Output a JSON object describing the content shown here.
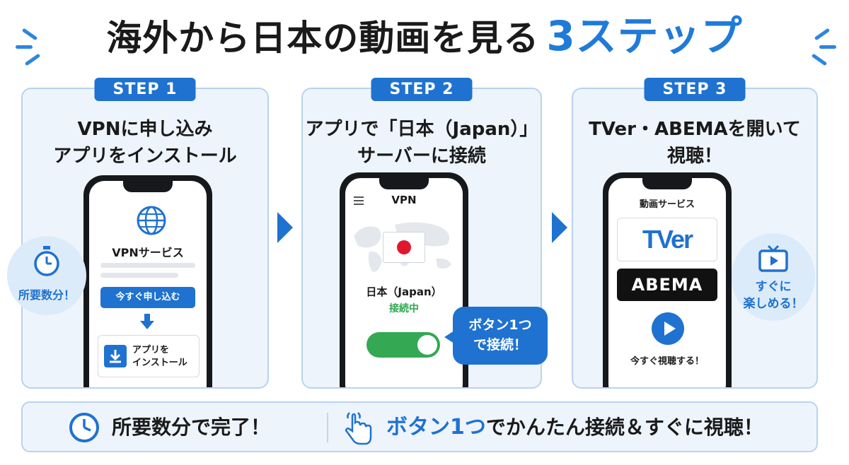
{
  "title": {
    "main": "海外から日本の動画を見る",
    "highlight": "3ステップ"
  },
  "steps": [
    {
      "badge": "STEP 1",
      "heading_line1": "VPNに申し込み",
      "heading_line2": "アプリをインストール",
      "phone": {
        "service_label": "VPNサービス",
        "apply_button": "今すぐ申し込む",
        "install_line1": "アプリを",
        "install_line2": "インストール"
      },
      "bubble": "所要数分！"
    },
    {
      "badge": "STEP 2",
      "heading_line1": "アプリで「日本（Japan）」",
      "heading_line2": "サーバーに接続",
      "phone": {
        "app_title": "VPN",
        "country": "日本（Japan）",
        "status": "接続中"
      },
      "callout_line1": "ボタン1つ",
      "callout_line2": "で接続！"
    },
    {
      "badge": "STEP 3",
      "heading_line1": "TVer・ABEMAを開いて",
      "heading_line2": "視聴！",
      "phone": {
        "section_title": "動画サービス",
        "tver_logo": "TVer",
        "abema_logo": "ABEMA",
        "watch_label": "今すぐ視聴する！"
      },
      "bubble_line1": "すぐに",
      "bubble_line2": "楽しめる！"
    }
  ],
  "bottom": {
    "left_text": "所要数分で完了！",
    "right_highlight": "ボタン1つ",
    "right_text": "でかんたん接続＆すぐに視聴！"
  },
  "colors": {
    "accent": "#1f72cf",
    "panel_bg": "#edf4fc",
    "panel_border": "#b9d3ef",
    "green": "#2fa84f",
    "jp_red": "#e0182d"
  }
}
